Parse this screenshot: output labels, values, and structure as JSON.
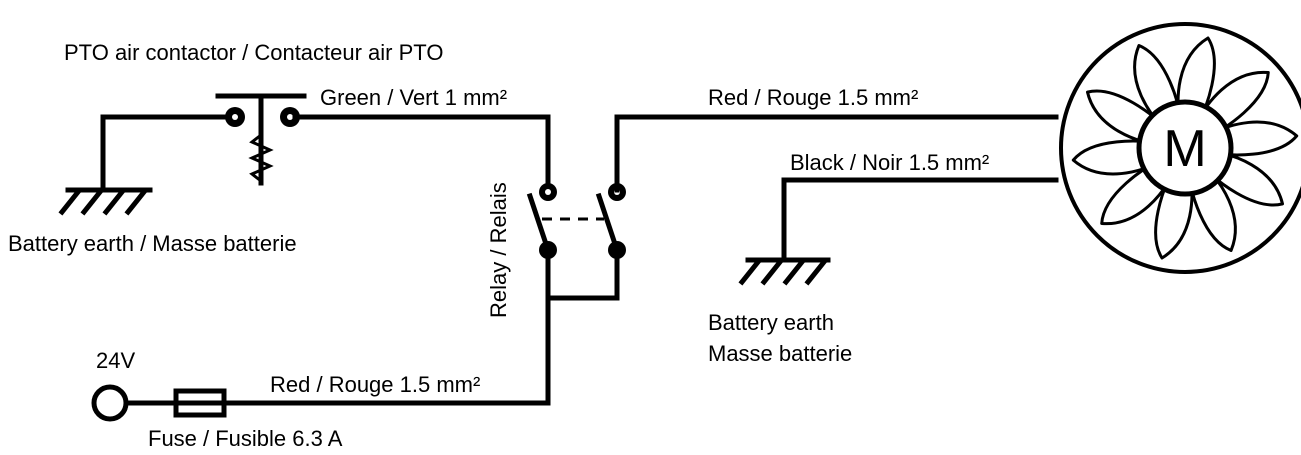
{
  "labels": {
    "pto_contactor": "PTO air contactor / Contacteur air PTO",
    "green_wire": "Green / Vert 1 mm²",
    "red_wire_top": "Red / Rouge 1.5 mm²",
    "black_wire": "Black / Noir 1.5 mm²",
    "battery_earth_left": "Battery earth / Masse batterie",
    "relay": "Relay / Relais",
    "battery_earth_right_line1": "Battery earth",
    "battery_earth_right_line2": "Masse batterie",
    "supply_voltage": "24V",
    "red_wire_bottom": "Red / Rouge 1.5 mm²",
    "fuse": "Fuse / Fusible 6.3 A",
    "motor": "M"
  }
}
